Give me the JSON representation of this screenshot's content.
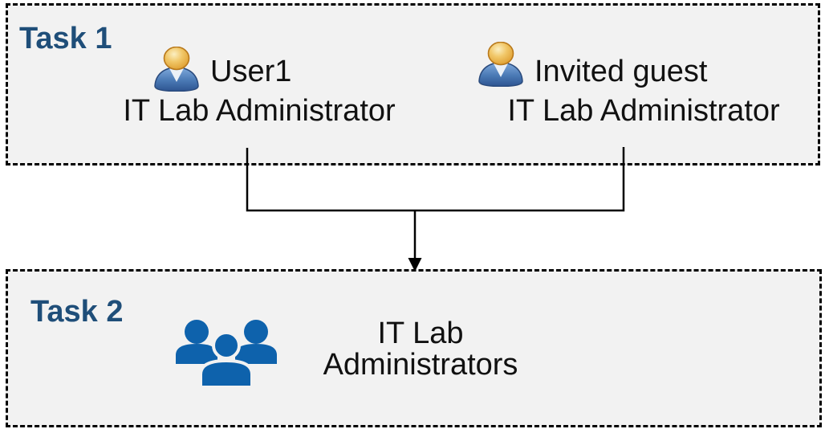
{
  "colors": {
    "task-label": "#1F4E79",
    "box-fill": "#F2F2F2",
    "box-border": "#000000",
    "connector": "#000000",
    "group-icon": "#0E62AC",
    "person-head": "#EDAF3F",
    "person-body": "#3F6FB2",
    "text": "#111111"
  },
  "task1": {
    "label": "Task 1",
    "members": [
      {
        "name": "User1",
        "role": "IT Lab Administrator"
      },
      {
        "name": "Invited guest",
        "role": "IT Lab Administrator"
      }
    ]
  },
  "task2": {
    "label": "Task 2",
    "group_name": "IT Lab Administrators"
  },
  "icons": {
    "member": "single-user-icon",
    "group": "user-group-icon",
    "flow": "merge-arrow-down"
  }
}
